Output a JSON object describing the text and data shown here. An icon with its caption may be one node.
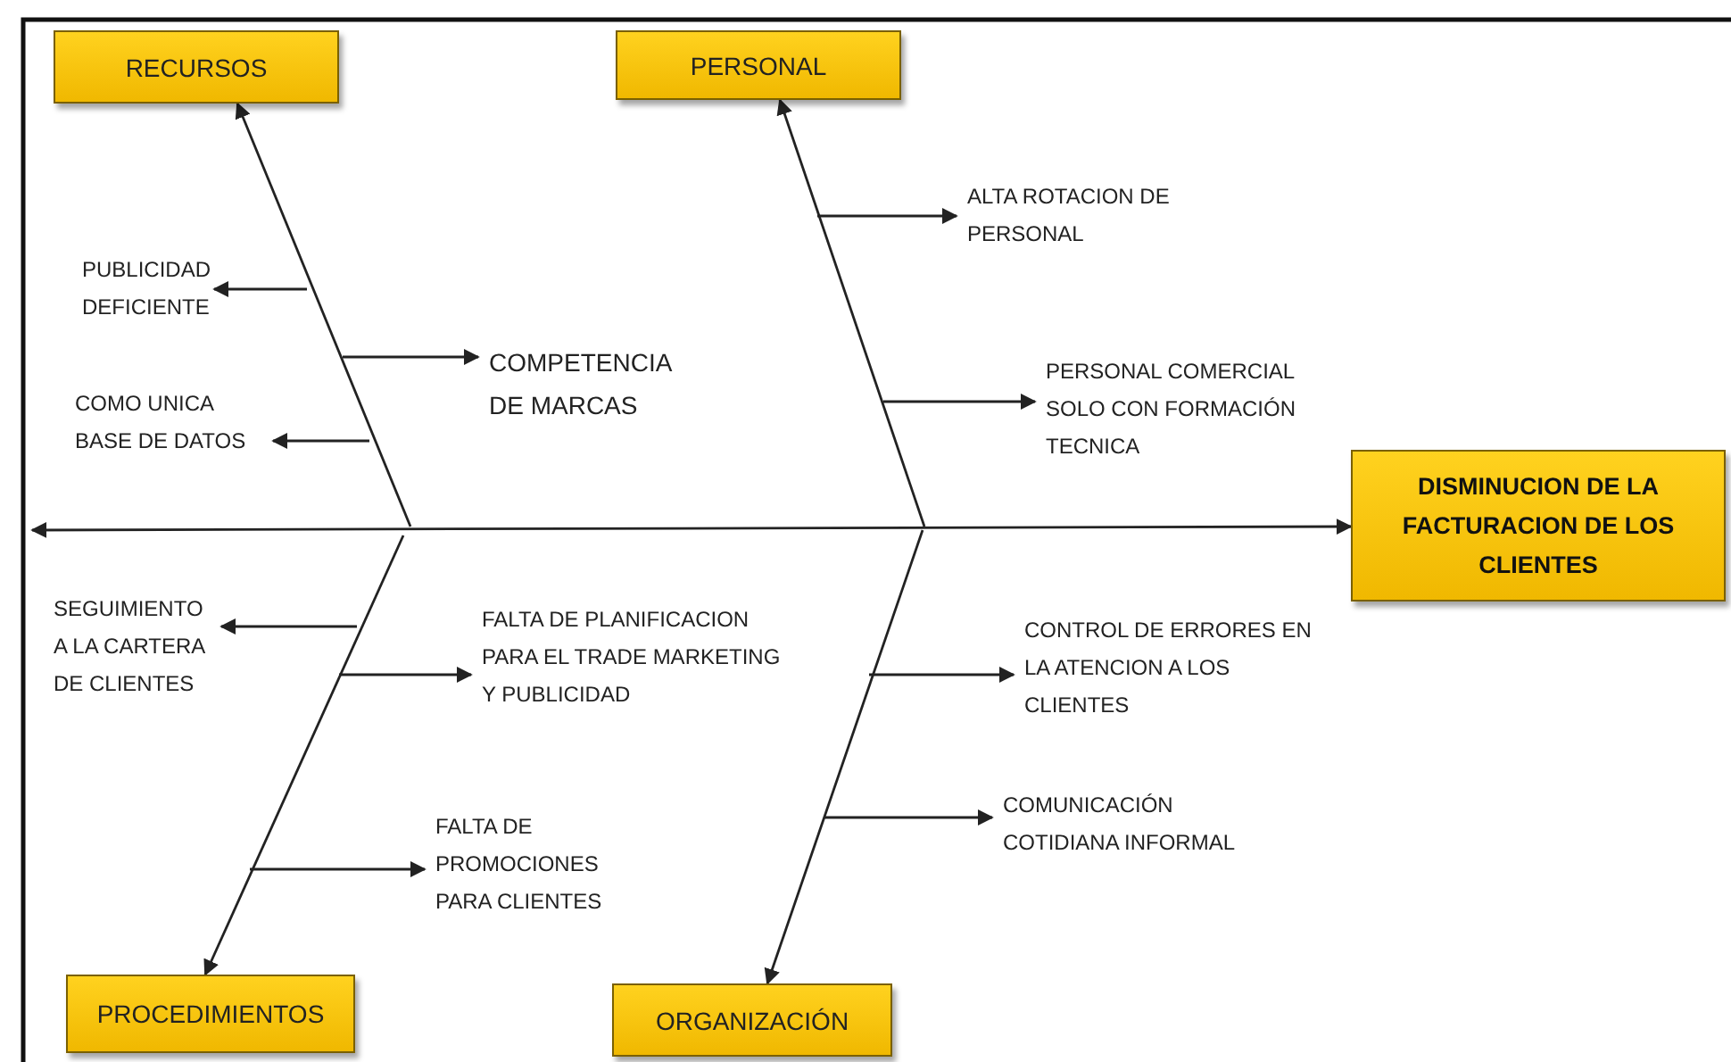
{
  "diagram": {
    "nodes": [
      {
        "text": [
          "RECURSOS"
        ]
      },
      {
        "text": [
          "PERSONAL"
        ]
      },
      {
        "text": [
          "ALTA ROTACION DE PERSONAL"
        ]
      },
      {
        "text": [
          "PUBLICIDAD DEFICIENTE"
        ]
      },
      {
        "text": [
          "COMPETENCIA DE MARCAS"
        ]
      },
      {
        "text": [
          "PERSONAL COMERCIAL SOLO CON FORMACIÓN TECNICA"
        ]
      },
      {
        "text": [
          "COMO UNICA BASE DE DATOS"
        ]
      },
      {
        "text": [
          "DISMINUCION DE LA FACTURACION DE LOS CLIENTES"
        ]
      },
      {
        "text": [
          "SEGUIMIENTO A LA CARTERA DE CLIENTES"
        ]
      },
      {
        "text": [
          "FALTA DE PLANIFICACION PARA EL TRADE MARKETING Y PUBLICIDAD"
        ]
      },
      {
        "text": [
          "CONTROL DE ERRORES EN LA ATENCION A LOS CLIENTES"
        ]
      },
      {
        "text": [
          "COMUNICACIÓN COTIDIANA INFORMAL"
        ]
      },
      {
        "text": [
          "FALTA DE PROMOCIONES PARA CLIENTES"
        ]
      },
      {
        "text": [
          "PROCEDIMIENTOS"
        ]
      },
      {
        "text": [
          "ORGANIZACIÓN"
        ]
      }
    ],
    "edges": [
      {
        "from": null,
        "to": 7,
        "arrow": "both"
      },
      {
        "from": null,
        "to": 0,
        "arrow": "to"
      },
      {
        "from": null,
        "to": 1,
        "arrow": "to"
      },
      {
        "from": null,
        "to": 13,
        "arrow": "to"
      },
      {
        "from": null,
        "to": 14,
        "arrow": "to"
      },
      {
        "from": null,
        "to": 3,
        "arrow": "to"
      },
      {
        "from": null,
        "to": 4,
        "arrow": "to"
      },
      {
        "from": null,
        "to": 6,
        "arrow": "to"
      },
      {
        "from": null,
        "to": 2,
        "arrow": "to"
      },
      {
        "from": null,
        "to": 5,
        "arrow": "to"
      },
      {
        "from": null,
        "to": 8,
        "arrow": "to"
      },
      {
        "from": null,
        "to": 9,
        "arrow": "to"
      },
      {
        "from": null,
        "to": 12,
        "arrow": "to"
      },
      {
        "from": null,
        "to": 10,
        "arrow": "to"
      },
      {
        "from": null,
        "to": 11,
        "arrow": "to"
      }
    ]
  }
}
